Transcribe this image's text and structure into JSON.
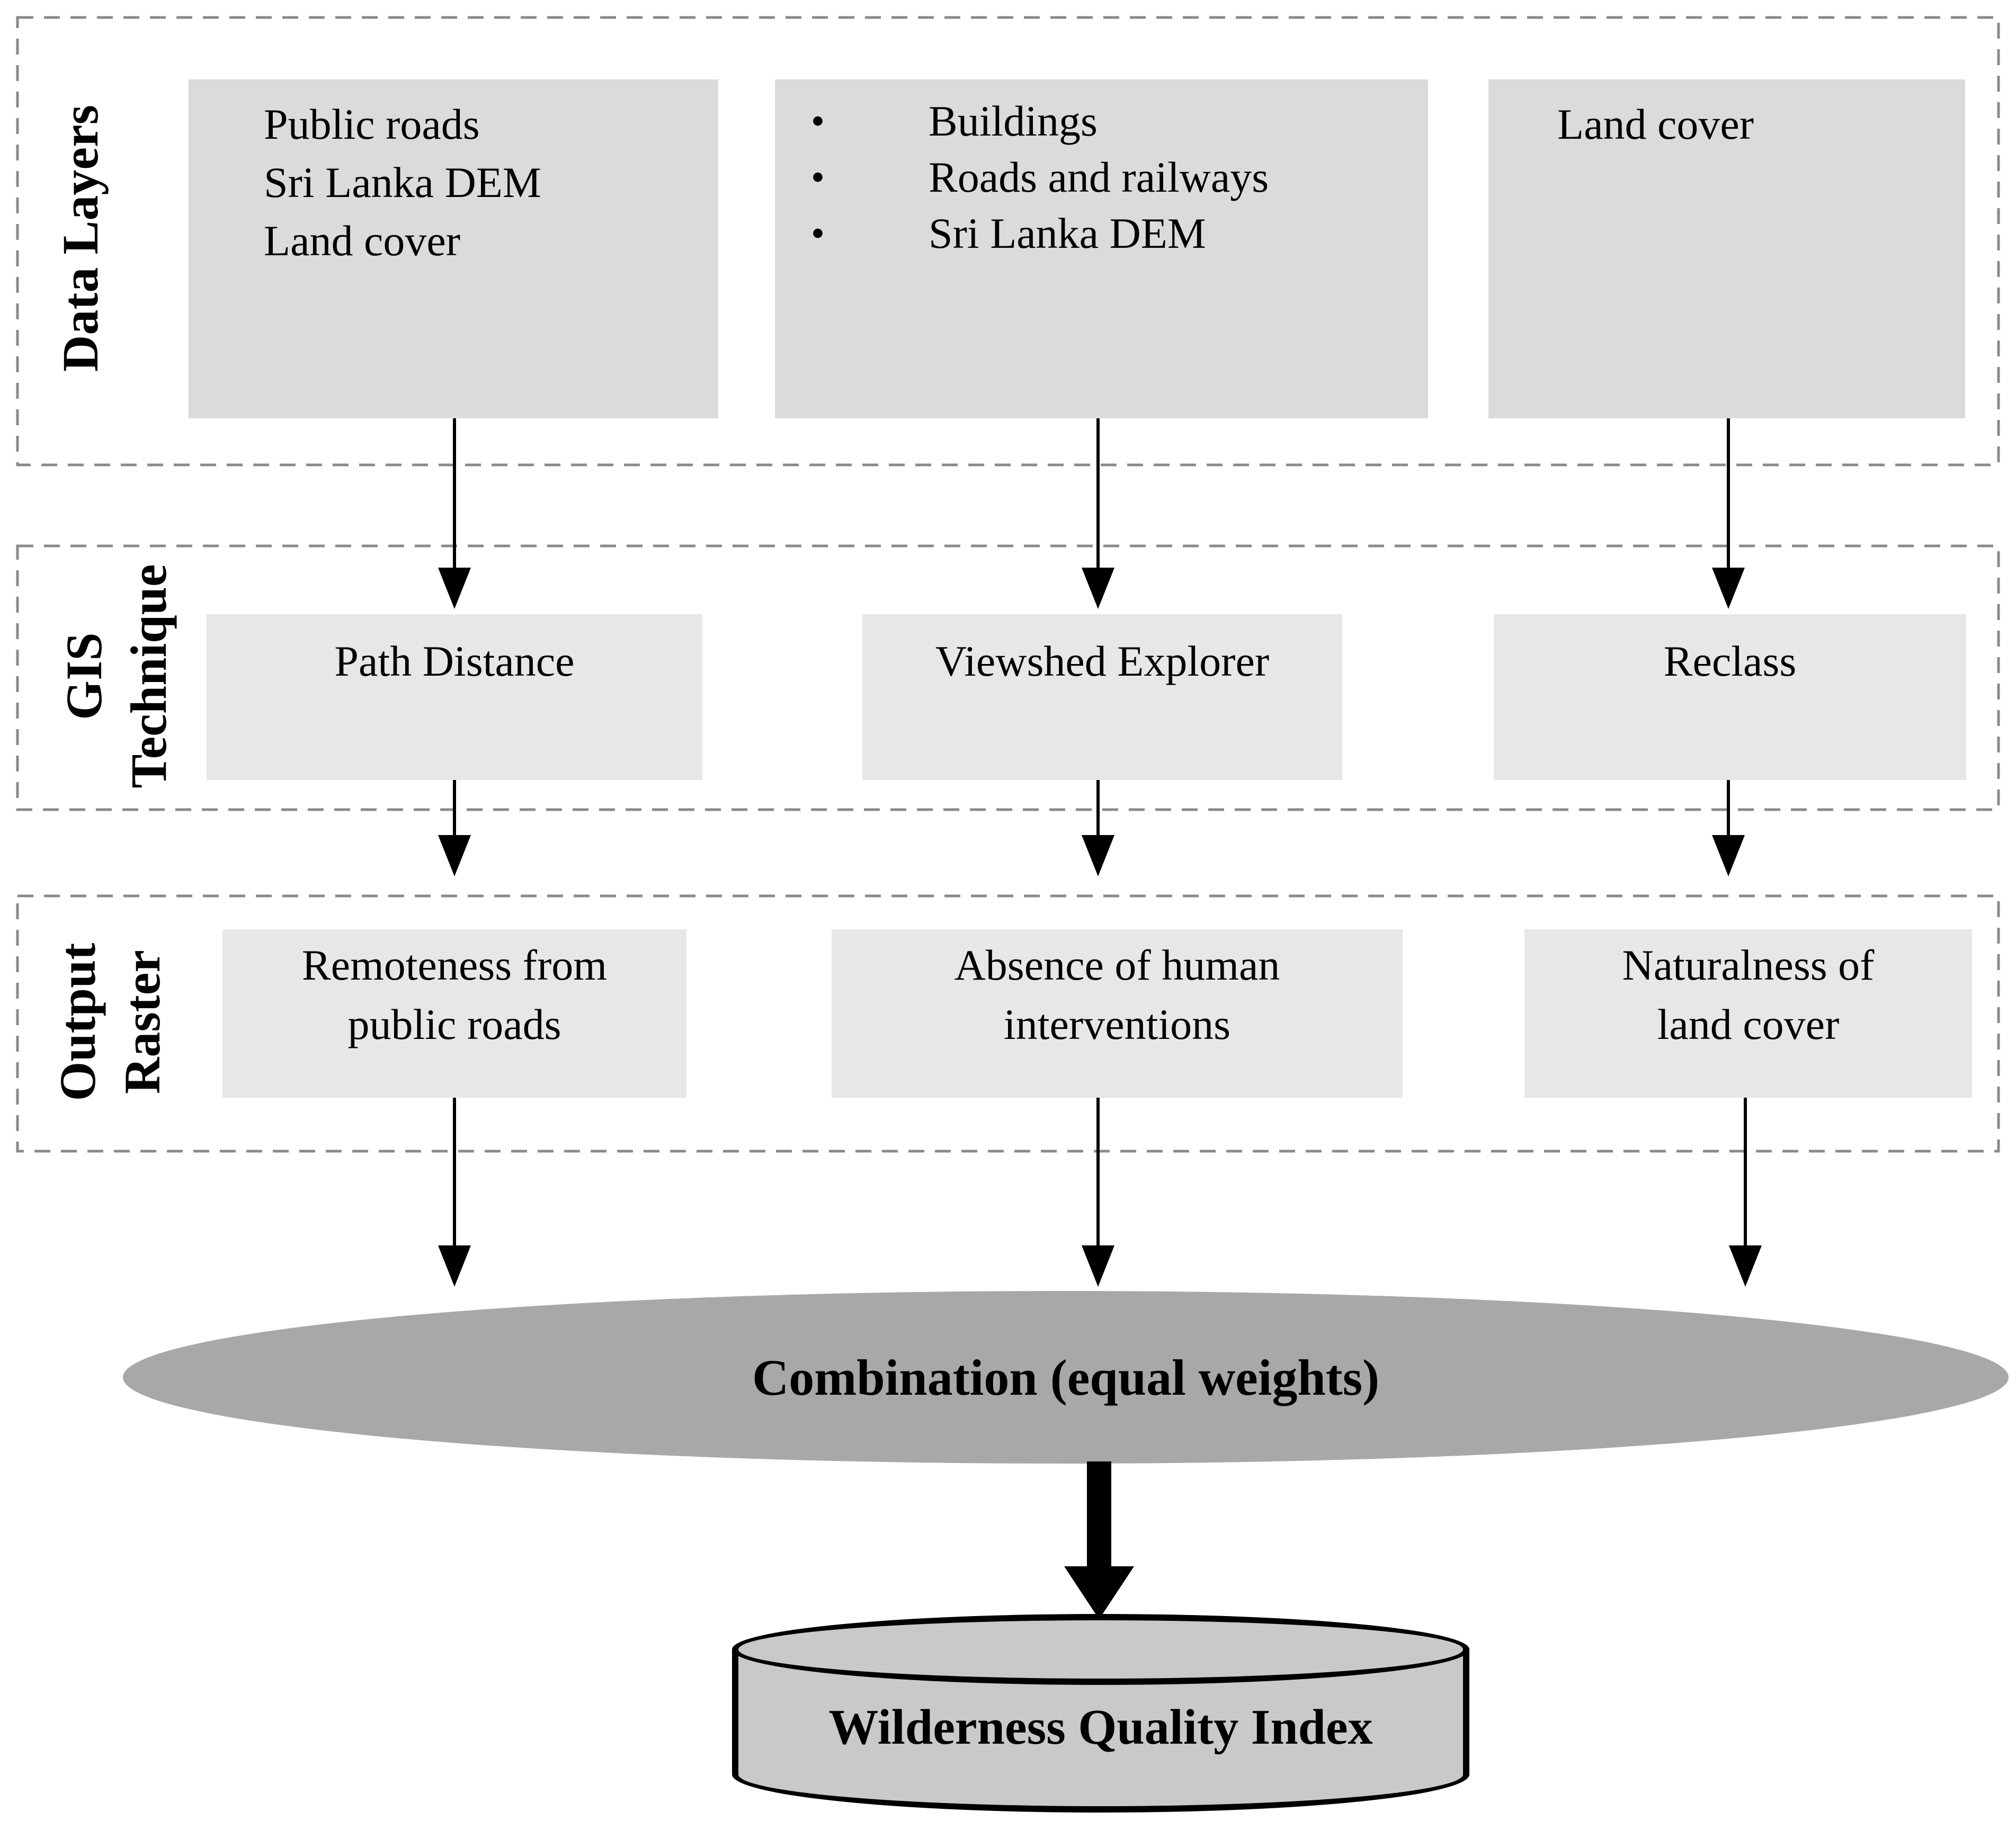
{
  "diagram": {
    "bullet": "•",
    "colors": {
      "box_top_fill": "#dbdbdb",
      "box_mid_fill": "#e7e7e7",
      "ellipse_fill": "#a8a8a8",
      "cylinder_fill": "#c9c9c9",
      "dash_stroke": "#8a8a8a",
      "arrow_color": "#000000",
      "text_color": "#000000",
      "background": "#ffffff"
    },
    "sections": [
      {
        "id": "data-layers",
        "label_lines": [
          "Data Layers"
        ],
        "boxes": [
          {
            "lines": [
              "Public roads",
              "Sri Lanka DEM",
              "Land cover"
            ]
          },
          {
            "bulleted": true,
            "items": [
              "Buildings",
              "Roads and railways",
              "Sri Lanka DEM"
            ]
          },
          {
            "lines": [
              "Land cover"
            ]
          }
        ]
      },
      {
        "id": "gis-technique",
        "label_lines": [
          "GIS",
          "Technique"
        ],
        "boxes": [
          {
            "lines": [
              "Path Distance"
            ]
          },
          {
            "lines": [
              "Viewshed Explorer"
            ]
          },
          {
            "lines": [
              "Reclass"
            ]
          }
        ]
      },
      {
        "id": "output-raster",
        "label_lines": [
          "Output",
          "Raster"
        ],
        "boxes": [
          {
            "lines": [
              "Remoteness from",
              "public roads"
            ]
          },
          {
            "lines": [
              "Absence of human",
              "interventions"
            ]
          },
          {
            "lines": [
              "Naturalness of",
              "land cover"
            ]
          }
        ]
      }
    ],
    "combination": {
      "label": "Combination (equal weights)"
    },
    "result": {
      "label": "Wilderness Quality Index"
    }
  }
}
